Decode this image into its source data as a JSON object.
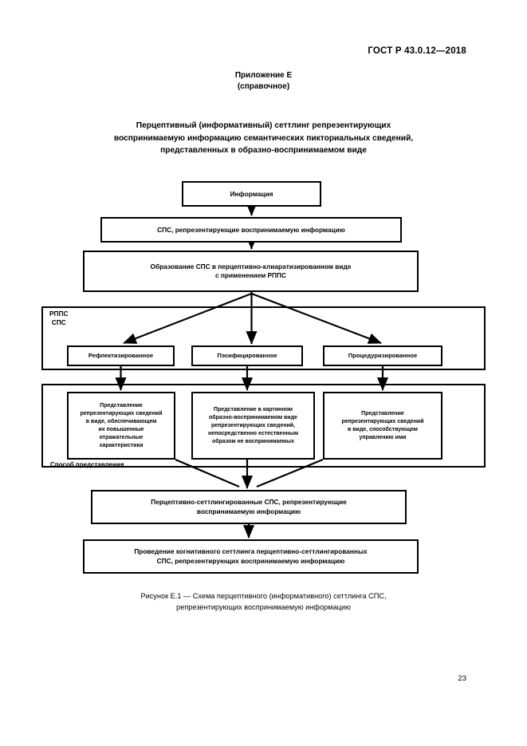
{
  "header": {
    "standard": "ГОСТ Р 43.0.12—2018"
  },
  "appendix": {
    "title": "Приложение Е",
    "subtitle": "(справочное)"
  },
  "heading": {
    "line1": "Перцептивный (информативный) сеттлинг репрезентирующих",
    "line2": "воспринимаемую информацию семантических пикториальных сведений,",
    "line3": "представленных в образно-воспринимаемом виде"
  },
  "diagram": {
    "information": "Информация",
    "sps_representing": "СПС, репрезентирующие воспринимаемую информацию",
    "formation_line1": "Образование СПС в перцептивно-клиаратизированном виде",
    "formation_line2": "с применением РППС",
    "group_rpps_line1": "РППС",
    "group_rpps_line2": "СПС",
    "reflective": "Рефлектизированное",
    "pacified": "Пэсифицированное",
    "procedural": "Процедуризированное",
    "group_method_label": "Способ представления",
    "desc_reflective_l1": "Представление",
    "desc_reflective_l2": "репрезентирующих сведений",
    "desc_reflective_l3": "в виде, обеспечивающем",
    "desc_reflective_l4": "их повышенные",
    "desc_reflective_l5": "отражательные",
    "desc_reflective_l6": "характеристики",
    "desc_pacified_l1": "Представление в картинном",
    "desc_pacified_l2": "образно-воспринимаемом виде",
    "desc_pacified_l3": "репрезентирующих сведений,",
    "desc_pacified_l4": "непосредственно естественным",
    "desc_pacified_l5": "образом не воспринимаемых",
    "desc_procedural_l1": "Представление",
    "desc_procedural_l2": "репрезентирующих сведений",
    "desc_procedural_l3": "в виде, способствующем",
    "desc_procedural_l4": "управлению ими",
    "result_perceptive_l1": "Перцептивно-сеттлингированные СПС, репрезентирующие",
    "result_perceptive_l2": "воспринимаемую информацию",
    "cognitive_settling_l1": "Проведение когнитивного сеттлинга перцептивно-сеттлингированных",
    "cognitive_settling_l2": "СПС, репрезентирующих воспринимаемую информацию"
  },
  "caption": {
    "line1": "Рисунок Е.1 — Схема перцептивного (информативного) сеттлинга СПС,",
    "line2": "репрезентирующих воспринимаемую информацию"
  },
  "footer": {
    "page_number": "23"
  },
  "colors": {
    "ink": "#000000",
    "paper": "#ffffff"
  }
}
